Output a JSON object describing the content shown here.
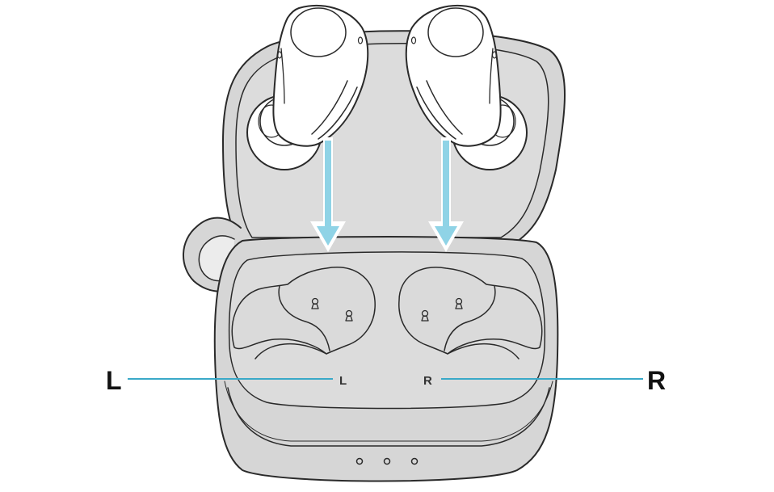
{
  "callouts": {
    "left_label": "L",
    "right_label": "R",
    "case_left_marking": "L",
    "case_right_marking": "R"
  },
  "colors": {
    "case_fill": "#d6d6d6",
    "case_inner_fill": "#dcdcdc",
    "outline": "#2a2a2a",
    "arrow": "#8fd3e6",
    "leader_line": "#3aa9c8",
    "earbud_fill": "#ffffff"
  },
  "icons": {
    "left_earbud": "earbud-left-icon",
    "right_earbud": "earbud-right-icon",
    "insert_arrow": "down-arrow-icon",
    "status_led": "led-dot-icon"
  }
}
